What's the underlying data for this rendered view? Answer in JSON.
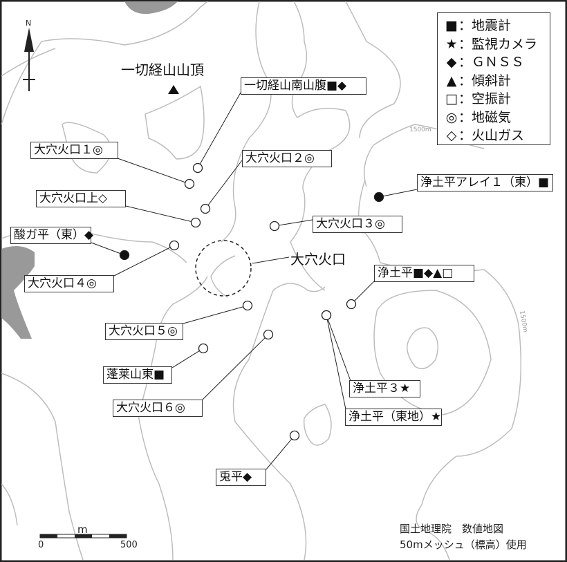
{
  "map": {
    "summit_label": "一切経山山頂",
    "crater_label": "大穴火口",
    "north_label": "N",
    "contour_labels": [
      "1500m",
      "1500m"
    ],
    "stations": [
      {
        "label": "一切経山南山腹■◆",
        "marker": "open"
      },
      {
        "label": "大穴火口１◎",
        "marker": "open"
      },
      {
        "label": "大穴火口２◎",
        "marker": "open"
      },
      {
        "label": "大穴火口上◇",
        "marker": "open"
      },
      {
        "label": "酸ガ平（東）◆",
        "marker": "filled"
      },
      {
        "label": "大穴火口３◎",
        "marker": "open"
      },
      {
        "label": "浄土平アレイ１（東）■",
        "marker": "filled"
      },
      {
        "label": "大穴火口４◎",
        "marker": "open"
      },
      {
        "label": "浄土平■◆▲□",
        "marker": "open"
      },
      {
        "label": "大穴火口５◎",
        "marker": "open"
      },
      {
        "label": "蓬莱山東■",
        "marker": "open"
      },
      {
        "label": "大穴火口６◎",
        "marker": "open"
      },
      {
        "label": "浄土平３★",
        "marker": "open"
      },
      {
        "label": "浄土平（東地）★",
        "marker": "open"
      },
      {
        "label": "兎平◆",
        "marker": "open"
      }
    ],
    "colors": {
      "contour": "#bdbdbd",
      "water": "#999999",
      "marker": "#111111"
    }
  },
  "legend": [
    {
      "symbol": "■",
      "label": "：地震計"
    },
    {
      "symbol": "★",
      "label": "：監視カメラ"
    },
    {
      "symbol": "◆",
      "label": "：ＧＮＳＳ"
    },
    {
      "symbol": "▲",
      "label": "：傾斜計"
    },
    {
      "symbol": "□",
      "label": "：空振計"
    },
    {
      "symbol": "◎",
      "label": "：地磁気"
    },
    {
      "symbol": "◇",
      "label": "：火山ガス"
    }
  ],
  "scale": {
    "unit": "m",
    "start": "0",
    "end": "500"
  },
  "credit": {
    "line1": "国土地理院　数値地図",
    "line2": "50mメッシュ（標高）使用"
  }
}
